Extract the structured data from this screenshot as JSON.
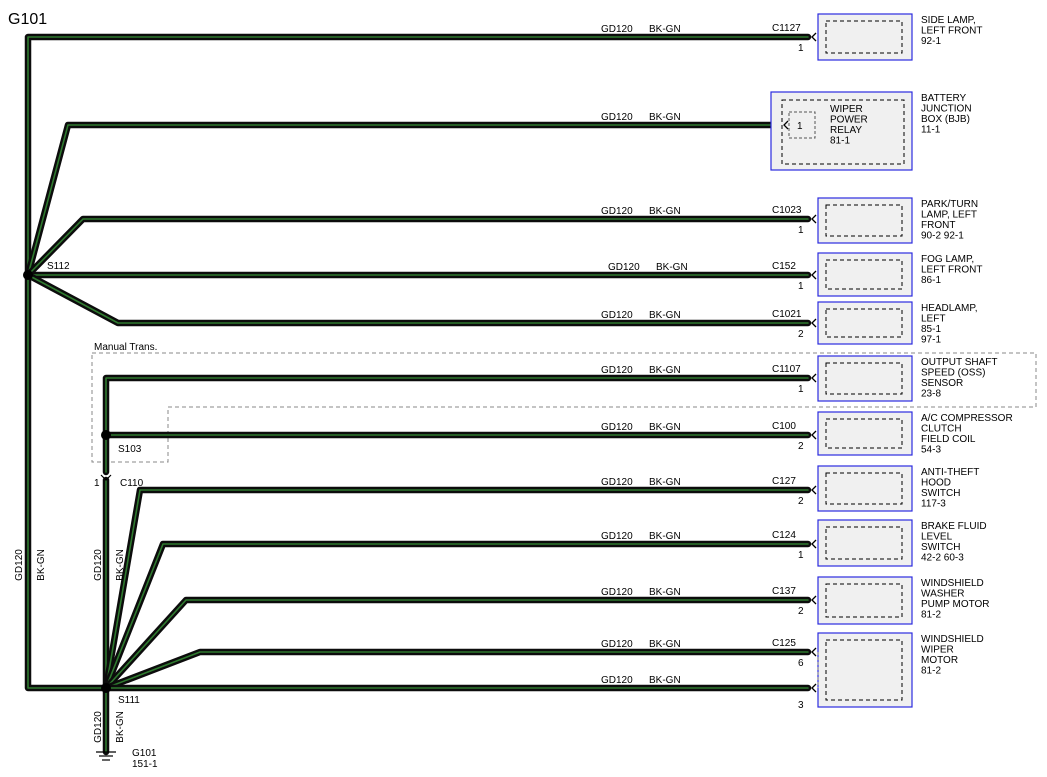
{
  "title": "G101",
  "wire_code": "GD120",
  "wire_color": "BK-GN",
  "splices": {
    "s112": "S112",
    "s103": "S103",
    "s111": "S111"
  },
  "manual_trans_label": "Manual Trans.",
  "c110": {
    "label": "C110",
    "pin": "1"
  },
  "ground": {
    "name": "G101",
    "ref": "151-1"
  },
  "components": [
    {
      "connector": "C1127",
      "pin": "1",
      "lines": [
        "SIDE LAMP,",
        "LEFT FRONT",
        "92-1"
      ]
    },
    {
      "connector": "",
      "pin": "1",
      "lines": [
        "BATTERY",
        "JUNCTION",
        "BOX (BJB)",
        "11-1"
      ],
      "inner_lines": [
        "WIPER",
        "POWER",
        "RELAY",
        "81-1"
      ]
    },
    {
      "connector": "C1023",
      "pin": "1",
      "lines": [
        "PARK/TURN",
        "LAMP, LEFT",
        "FRONT",
        "90-2    92-1"
      ]
    },
    {
      "connector": "C152",
      "pin": "1",
      "lines": [
        "FOG LAMP,",
        "LEFT FRONT",
        "86-1"
      ]
    },
    {
      "connector": "C1021",
      "pin": "2",
      "lines": [
        "HEADLAMP,",
        "LEFT",
        "85-1",
        "97-1"
      ]
    },
    {
      "connector": "C1107",
      "pin": "1",
      "lines": [
        "OUTPUT SHAFT",
        "SPEED (OSS)",
        "SENSOR",
        "23-8"
      ]
    },
    {
      "connector": "C100",
      "pin": "2",
      "lines": [
        "A/C COMPRESSOR",
        "CLUTCH",
        "FIELD COIL",
        "54-3"
      ]
    },
    {
      "connector": "C127",
      "pin": "2",
      "lines": [
        "ANTI-THEFT",
        "HOOD",
        "SWITCH",
        "117-3"
      ]
    },
    {
      "connector": "C124",
      "pin": "1",
      "lines": [
        "BRAKE FLUID",
        "LEVEL",
        "SWITCH",
        "42-2    60-3"
      ]
    },
    {
      "connector": "C137",
      "pin": "2",
      "lines": [
        "WINDSHIELD",
        "WASHER",
        "PUMP MOTOR",
        "81-2"
      ]
    },
    {
      "connector": "C125",
      "pin": "6",
      "pin2": "3",
      "lines": [
        "WINDSHIELD",
        "WIPER",
        "MOTOR",
        "81-2"
      ]
    }
  ]
}
